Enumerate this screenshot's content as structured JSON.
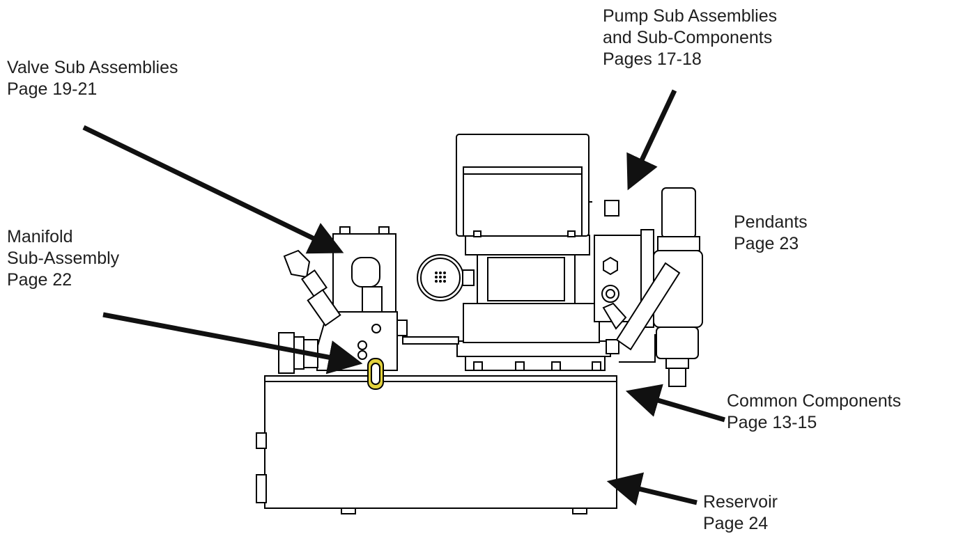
{
  "callouts": {
    "valve": {
      "line1": "Valve Sub Assemblies",
      "line2": "Page 19-21"
    },
    "manifold": {
      "line1": "Manifold",
      "line2": "Sub-Assembly",
      "line3": "Page 22"
    },
    "pump": {
      "line1": "Pump Sub Assemblies",
      "line2": "and Sub-Components",
      "line3": "Pages 17-18"
    },
    "pendants": {
      "line1": "Pendants",
      "line2": "Page 23"
    },
    "common": {
      "line1": "Common Components",
      "line2": "Page 13-15"
    },
    "reservoir": {
      "line1": "Reservoir",
      "line2": "Page 24"
    }
  },
  "colors": {
    "line": "#000000",
    "arrow": "#111111",
    "handle": "#e3d23c",
    "text": "#1f1f1f"
  }
}
